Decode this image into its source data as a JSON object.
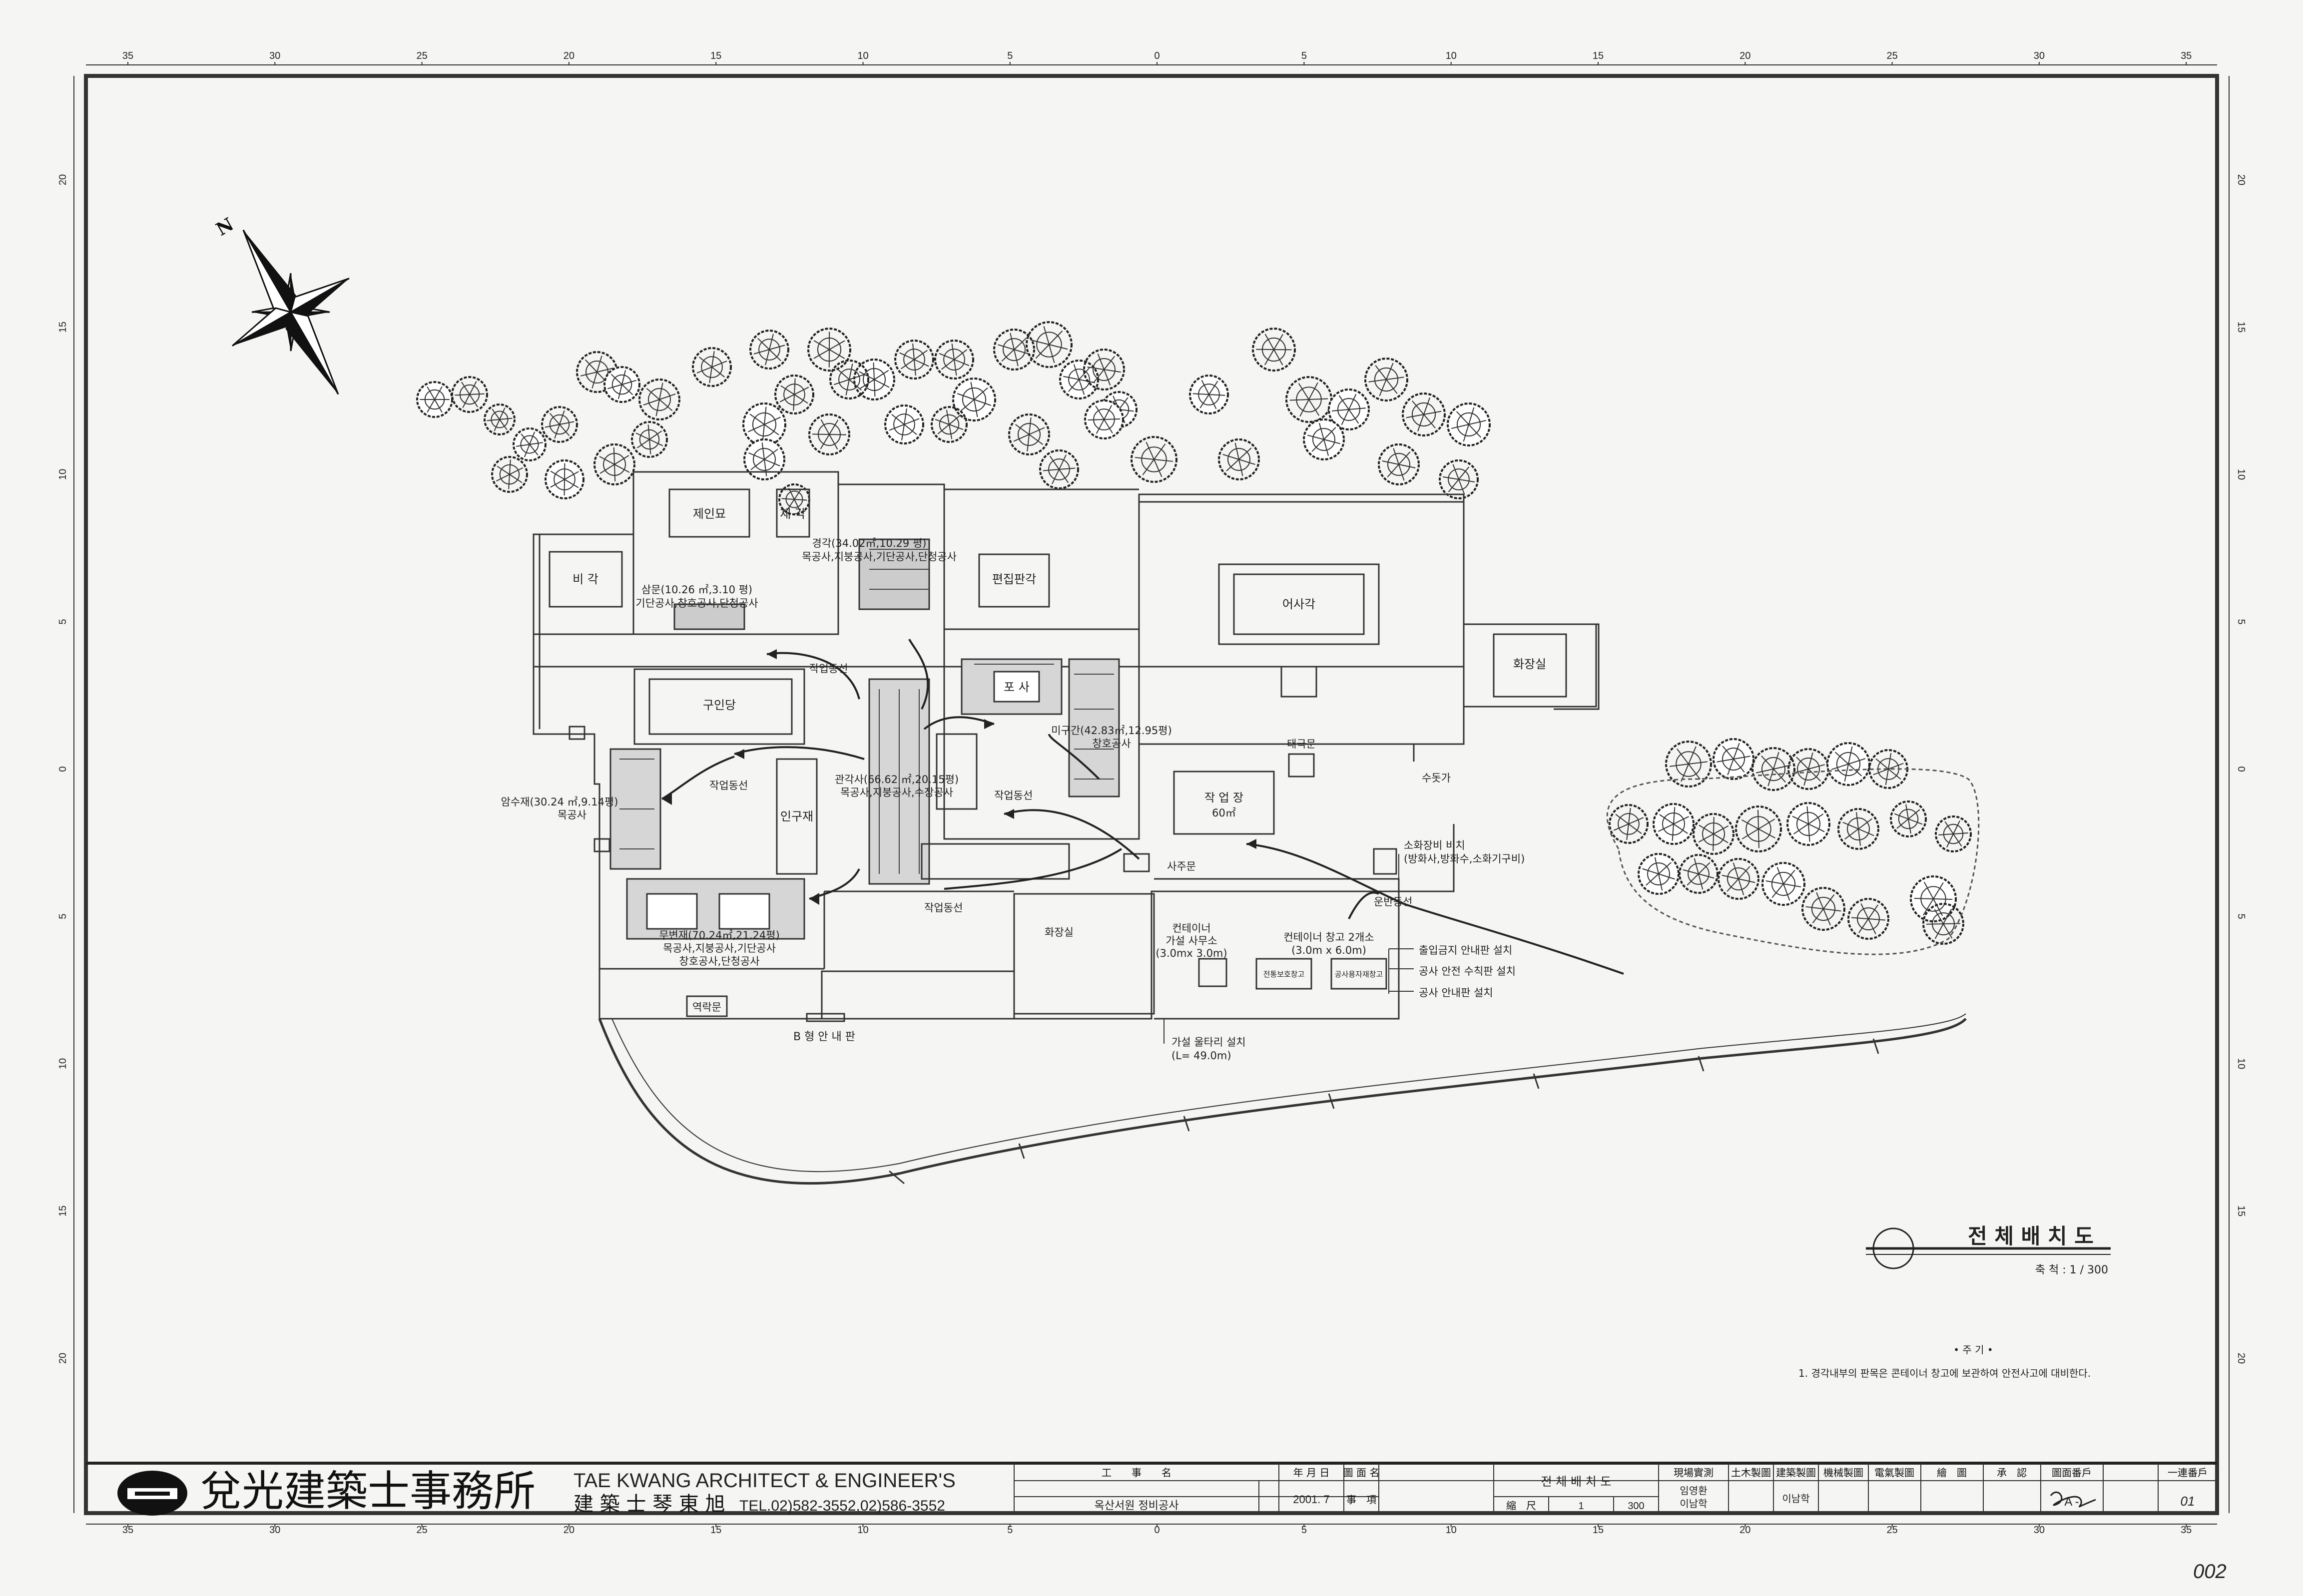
{
  "grid_ticks": {
    "top": [
      "35",
      "30",
      "25",
      "20",
      "15",
      "10",
      "5",
      "0",
      "5",
      "10",
      "15",
      "20",
      "25",
      "30",
      "35"
    ],
    "side": [
      "20",
      "15",
      "10",
      "5",
      "0",
      "5",
      "10",
      "15",
      "20"
    ]
  },
  "north": {
    "label": "N"
  },
  "buildings": {
    "jeinmyo": "제인묘",
    "jaegak": "재 각",
    "bigak": "비 각",
    "gyeonggak": "경각(34.02㎡,10.29 평)",
    "gyeonggak_work": "목공사,지붕공사,기단공사,단청공사",
    "pyeonjip": "편집판각",
    "eosagak": "어사각",
    "hwajangsil1": "화장실",
    "sammun": "삼문(10.26 ㎡,3.10 평)",
    "sammun_work": "기단공사,창호공사,단청공사",
    "guindang": "구인당",
    "posa": "포 사",
    "taegeukmun": "태극문",
    "migugan": "미구간(42.83㎡,12.95평)",
    "migugan_work": "창호공사",
    "gwangaksa": "관각사(66.62 ㎡,20.15평)",
    "gwangaksa_work": "목공사,지붕공사,수장공사",
    "amsujae": "암수재(30.24 ㎡,9.14평)",
    "amsujae_work": "목공사",
    "ingujae": "인구재",
    "sujumun": "사주문",
    "subyeonjae": "무변재(70.24㎡,21.24평)",
    "subyeonjae_work1": "목공사,지붕공사,기단공사",
    "subyeonjae_work2": "창호공사,단청공사",
    "hwajangsil2": "화장실",
    "yeongnakmun": "역락문",
    "sudotga": "수돗가",
    "jageopjang1": "작 업 장",
    "jageopjang2": "60㎡",
    "fire1": "소화장비 비치",
    "fire2": "(방화사,방화수,소화기구비)",
    "unban": "운반동선",
    "jageopdongseon": "작업동선",
    "container1": "컨테이너",
    "container2": "가설 사무소",
    "container3": "(3.0mx 3.0m)",
    "container4": "컨테이너 창고 2개소",
    "container5": "(3.0m x 6.0m)",
    "storage1": "전통보호창고",
    "storage2": "공사용자재창고",
    "notice1": "출입금지 안내판 설치",
    "notice2": "공사 안전 수칙판 설치",
    "notice3": "공사 안내판 설치",
    "signboard": "B 형 안 내 판",
    "fence1": "가설 울타리 설치",
    "fence2": "(L= 49.0m)"
  },
  "drawing_title": "전 체 배 치 도",
  "drawing_scale": "축 척 : 1 / 300",
  "notes": {
    "title": "• 주 기 •",
    "line1": "1. 경각내부의 판목은 콘테이너 창고에 보관하여 안전사고에 대비한다."
  },
  "titleblock": {
    "firm_ko": "兌光建築士事務所",
    "firm_en": "TAE KWANG ARCHITECT & ENGINEER'S",
    "architect": "建 築 士 琴 東 旭",
    "tel": "TEL.02)582-3552,02)586-3552",
    "h_project": "工　　事　　名",
    "project": "옥산서원 정비공사",
    "h_date": "年 月 日",
    "date": "2001. 7",
    "h_drawing": "圖 面 名",
    "h_item": "事　項",
    "drawing_name": "전 체 배 치 도",
    "h_scale": "縮　尺",
    "scale_n": "1",
    "scale_d": "300",
    "h_site": "現場實測",
    "h_civil": "土木製圖",
    "h_arch": "建築製圖",
    "h_mech": "機械製圖",
    "h_elec": "電氣製圖",
    "h_draw": "繪　圖",
    "h_approve": "承　認",
    "h_number": "圖面番戶",
    "h_serial": "一連番戶",
    "site_names1": "임영환",
    "site_names2": "이남학",
    "arch_name": "이남학",
    "number_val": "A -",
    "serial_val": "01"
  },
  "corner_stamp": "002"
}
